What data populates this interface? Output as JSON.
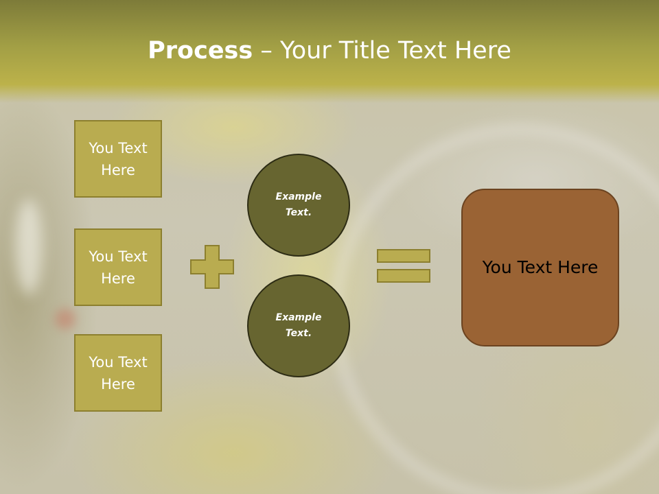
{
  "title": {
    "bold": "Process",
    "rest": " – Your Title Text Here"
  },
  "boxes": [
    {
      "label": "You Text Here"
    },
    {
      "label": "You Text Here"
    },
    {
      "label": "You Text Here"
    }
  ],
  "circles": [
    {
      "label": "Example Text."
    },
    {
      "label": "Example Text."
    }
  ],
  "result": {
    "label": "You Text Here"
  },
  "colors": {
    "header": "#a29f45",
    "box_fill": "#b9ac50",
    "circle_fill": "#676530",
    "result_fill": "#9a6334"
  },
  "icons": [
    "plus-icon",
    "equals-icon"
  ]
}
